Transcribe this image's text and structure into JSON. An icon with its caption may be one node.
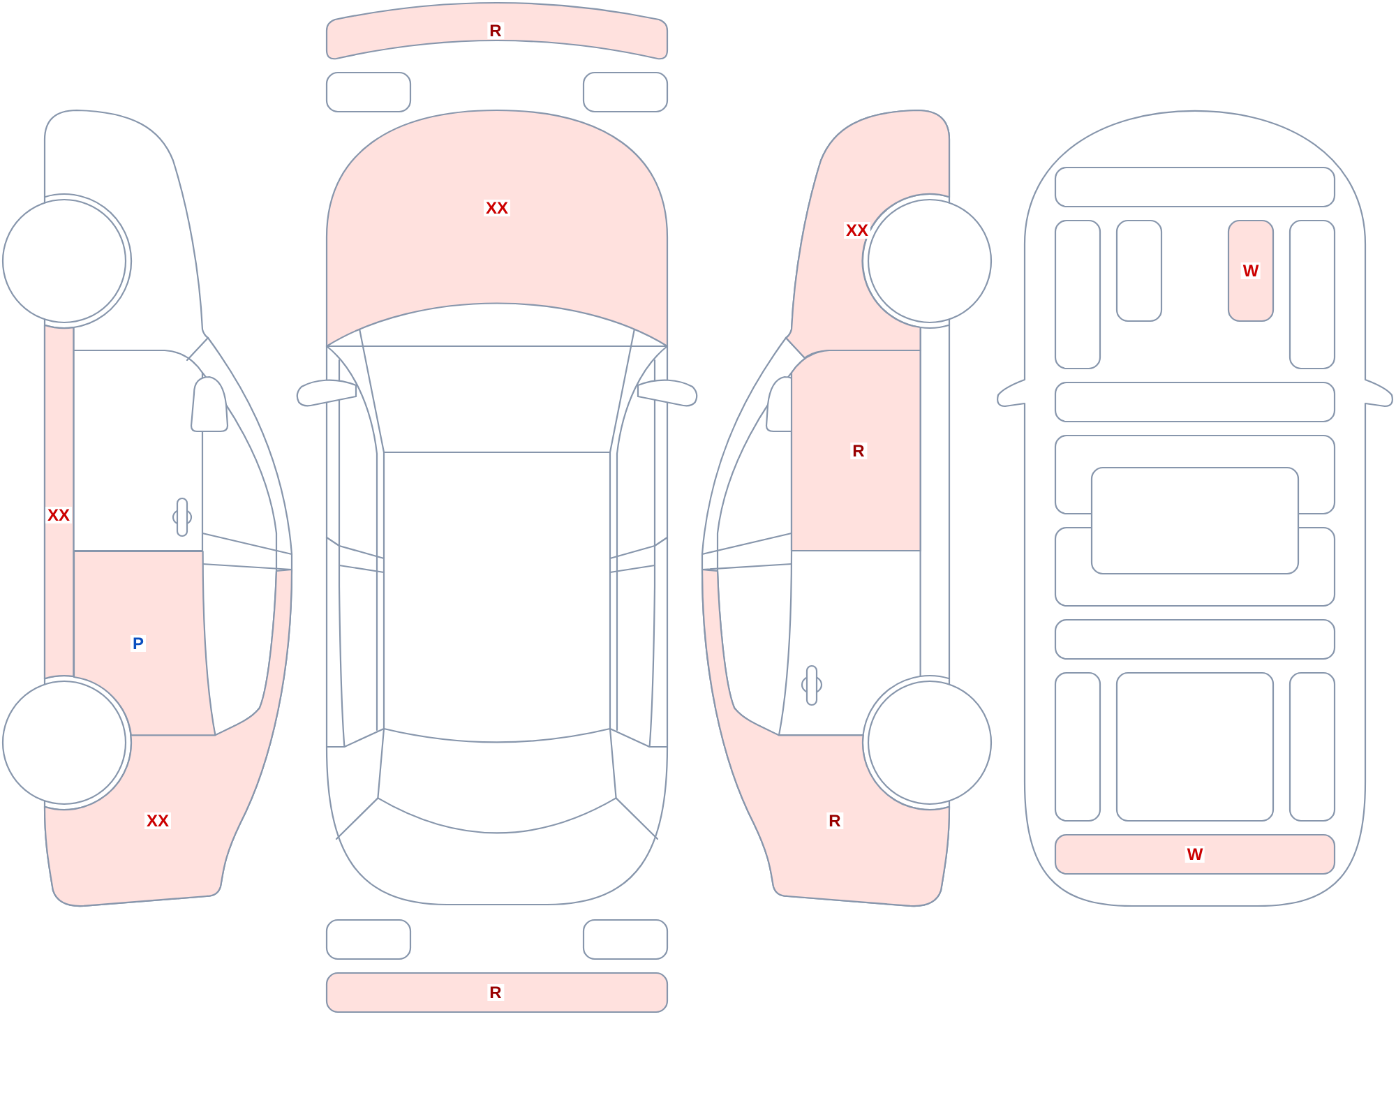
{
  "diagram": {
    "nodes": [
      {
        "text": [
          "XX"
        ]
      },
      {
        "text": [
          "P"
        ]
      },
      {
        "text": [
          "XX"
        ]
      },
      {
        "text": [
          "R"
        ]
      },
      {
        "text": [],
        "shape": "box"
      },
      {
        "text": [],
        "shape": "box"
      },
      {
        "text": [
          "XX"
        ]
      },
      {
        "text": [],
        "shape": "box"
      },
      {
        "text": [],
        "shape": "box"
      },
      {
        "text": [
          "R"
        ]
      },
      {
        "text": [
          "XX"
        ]
      },
      {
        "text": [
          "R"
        ]
      },
      {
        "text": [
          "R"
        ]
      },
      {
        "text": [],
        "shape": "box"
      },
      {
        "text": [],
        "shape": "box"
      },
      {
        "text": [],
        "shape": "box"
      },
      {
        "text": [
          "W"
        ]
      },
      {
        "text": [],
        "shape": "box"
      },
      {
        "text": [],
        "shape": "box"
      },
      {
        "text": [],
        "shape": "box"
      },
      {
        "text": [],
        "shape": "box"
      },
      {
        "text": [],
        "shape": "box"
      },
      {
        "text": [],
        "shape": "box"
      },
      {
        "text": [],
        "shape": "box"
      },
      {
        "text": [],
        "shape": "box"
      },
      {
        "text": [],
        "shape": "box"
      },
      {
        "text": [
          "W"
        ]
      }
    ]
  }
}
